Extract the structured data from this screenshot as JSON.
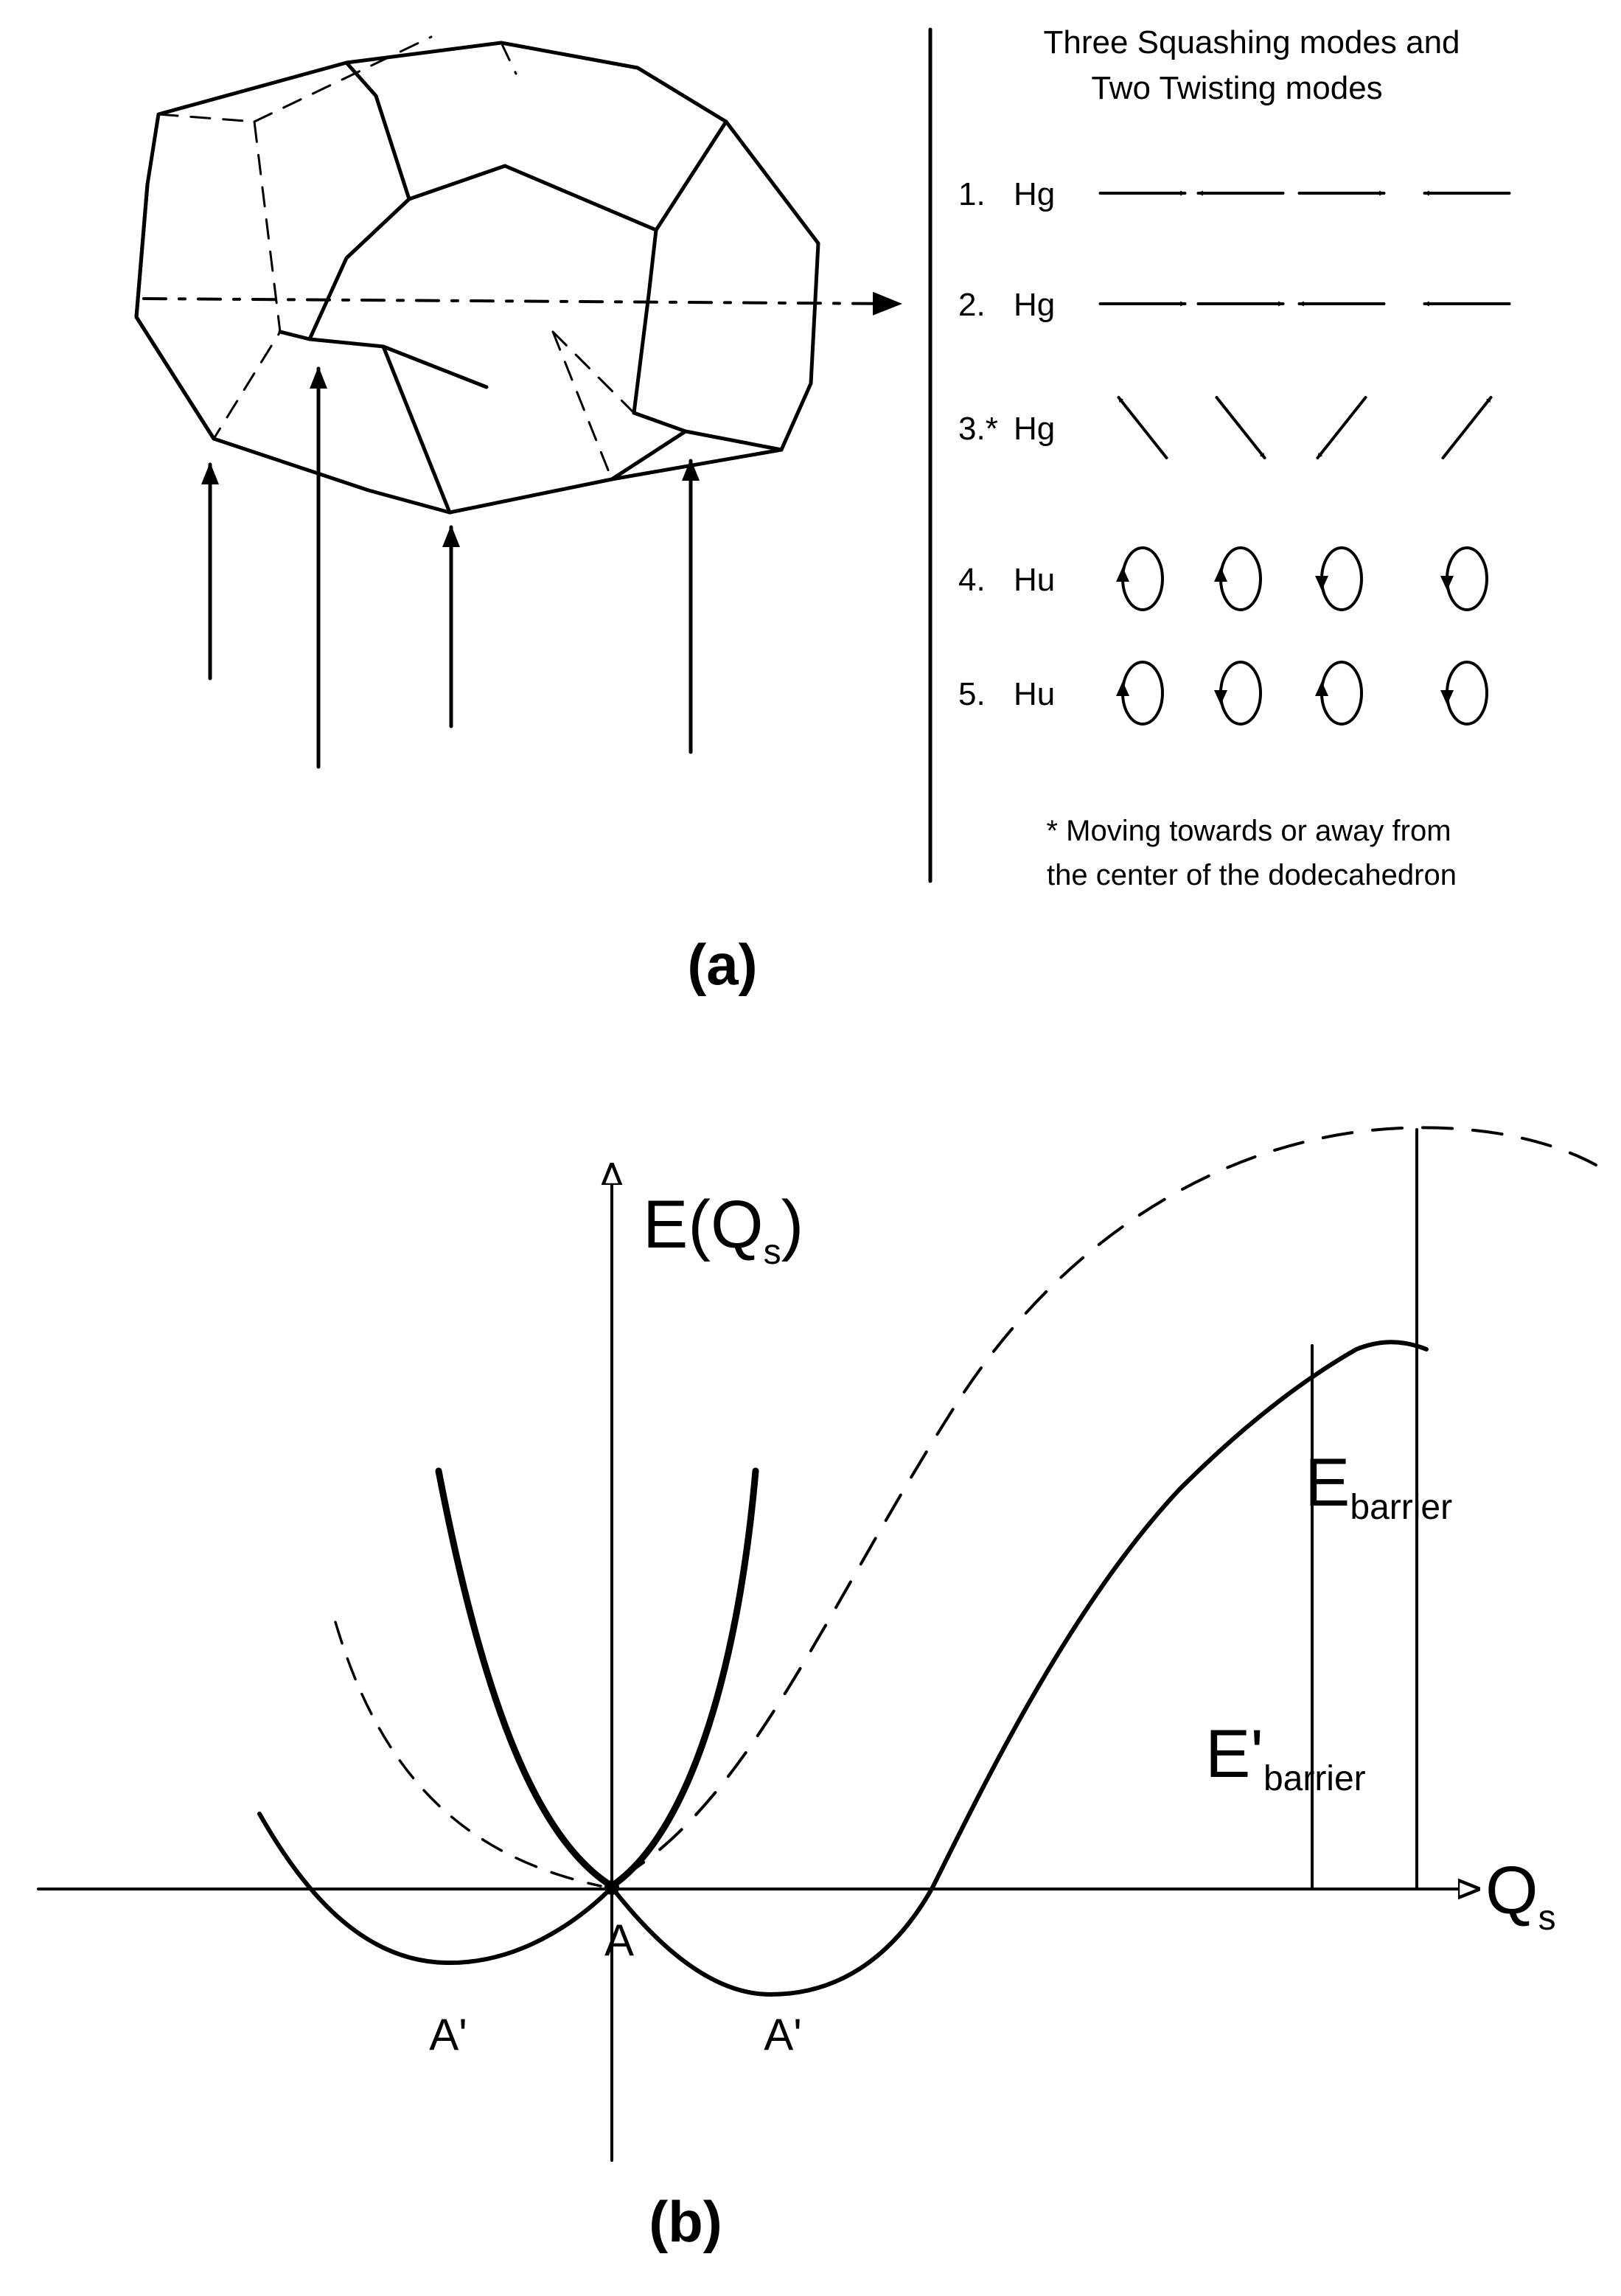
{
  "panel_a": {
    "heading_line1": "Three Squashing modes and",
    "heading_line2": "Two Twisting modes",
    "modes": [
      {
        "number": "1.",
        "label": "Hg",
        "kind": "squash-horizontal",
        "directions": [
          "right",
          "left",
          "right",
          "left"
        ]
      },
      {
        "number": "2.",
        "label": "Hg",
        "kind": "squash-horizontal",
        "directions": [
          "right",
          "right",
          "left",
          "left"
        ]
      },
      {
        "number": "3.*",
        "label": "Hg",
        "kind": "radial",
        "directions": [
          "up-left",
          "down-right",
          "down-left",
          "up-right"
        ]
      },
      {
        "number": "4.",
        "label": "Hu",
        "kind": "twist",
        "directions": [
          "ccw",
          "ccw",
          "cw",
          "cw"
        ]
      },
      {
        "number": "5.",
        "label": "Hu",
        "kind": "twist",
        "directions": [
          "ccw",
          "cw",
          "ccw",
          "cw"
        ]
      }
    ],
    "footnote_line1": "* Moving towards or away from",
    "footnote_line2": "the center of the dodecahedron",
    "caption": "(a)"
  },
  "panel_b": {
    "y_axis_label": "E(Q",
    "y_axis_sub": "s",
    "y_axis_close": ")",
    "x_axis_label": "Q",
    "x_axis_sub": "s",
    "e_barrier": "E",
    "e_barrier_sub": "barrier",
    "e_barrier_prime": "E'",
    "e_barrier_prime_sub": "barrier",
    "point_a": "A",
    "point_a_prime_left": "A'",
    "point_a_prime_right": "A'",
    "caption": "(b)"
  }
}
